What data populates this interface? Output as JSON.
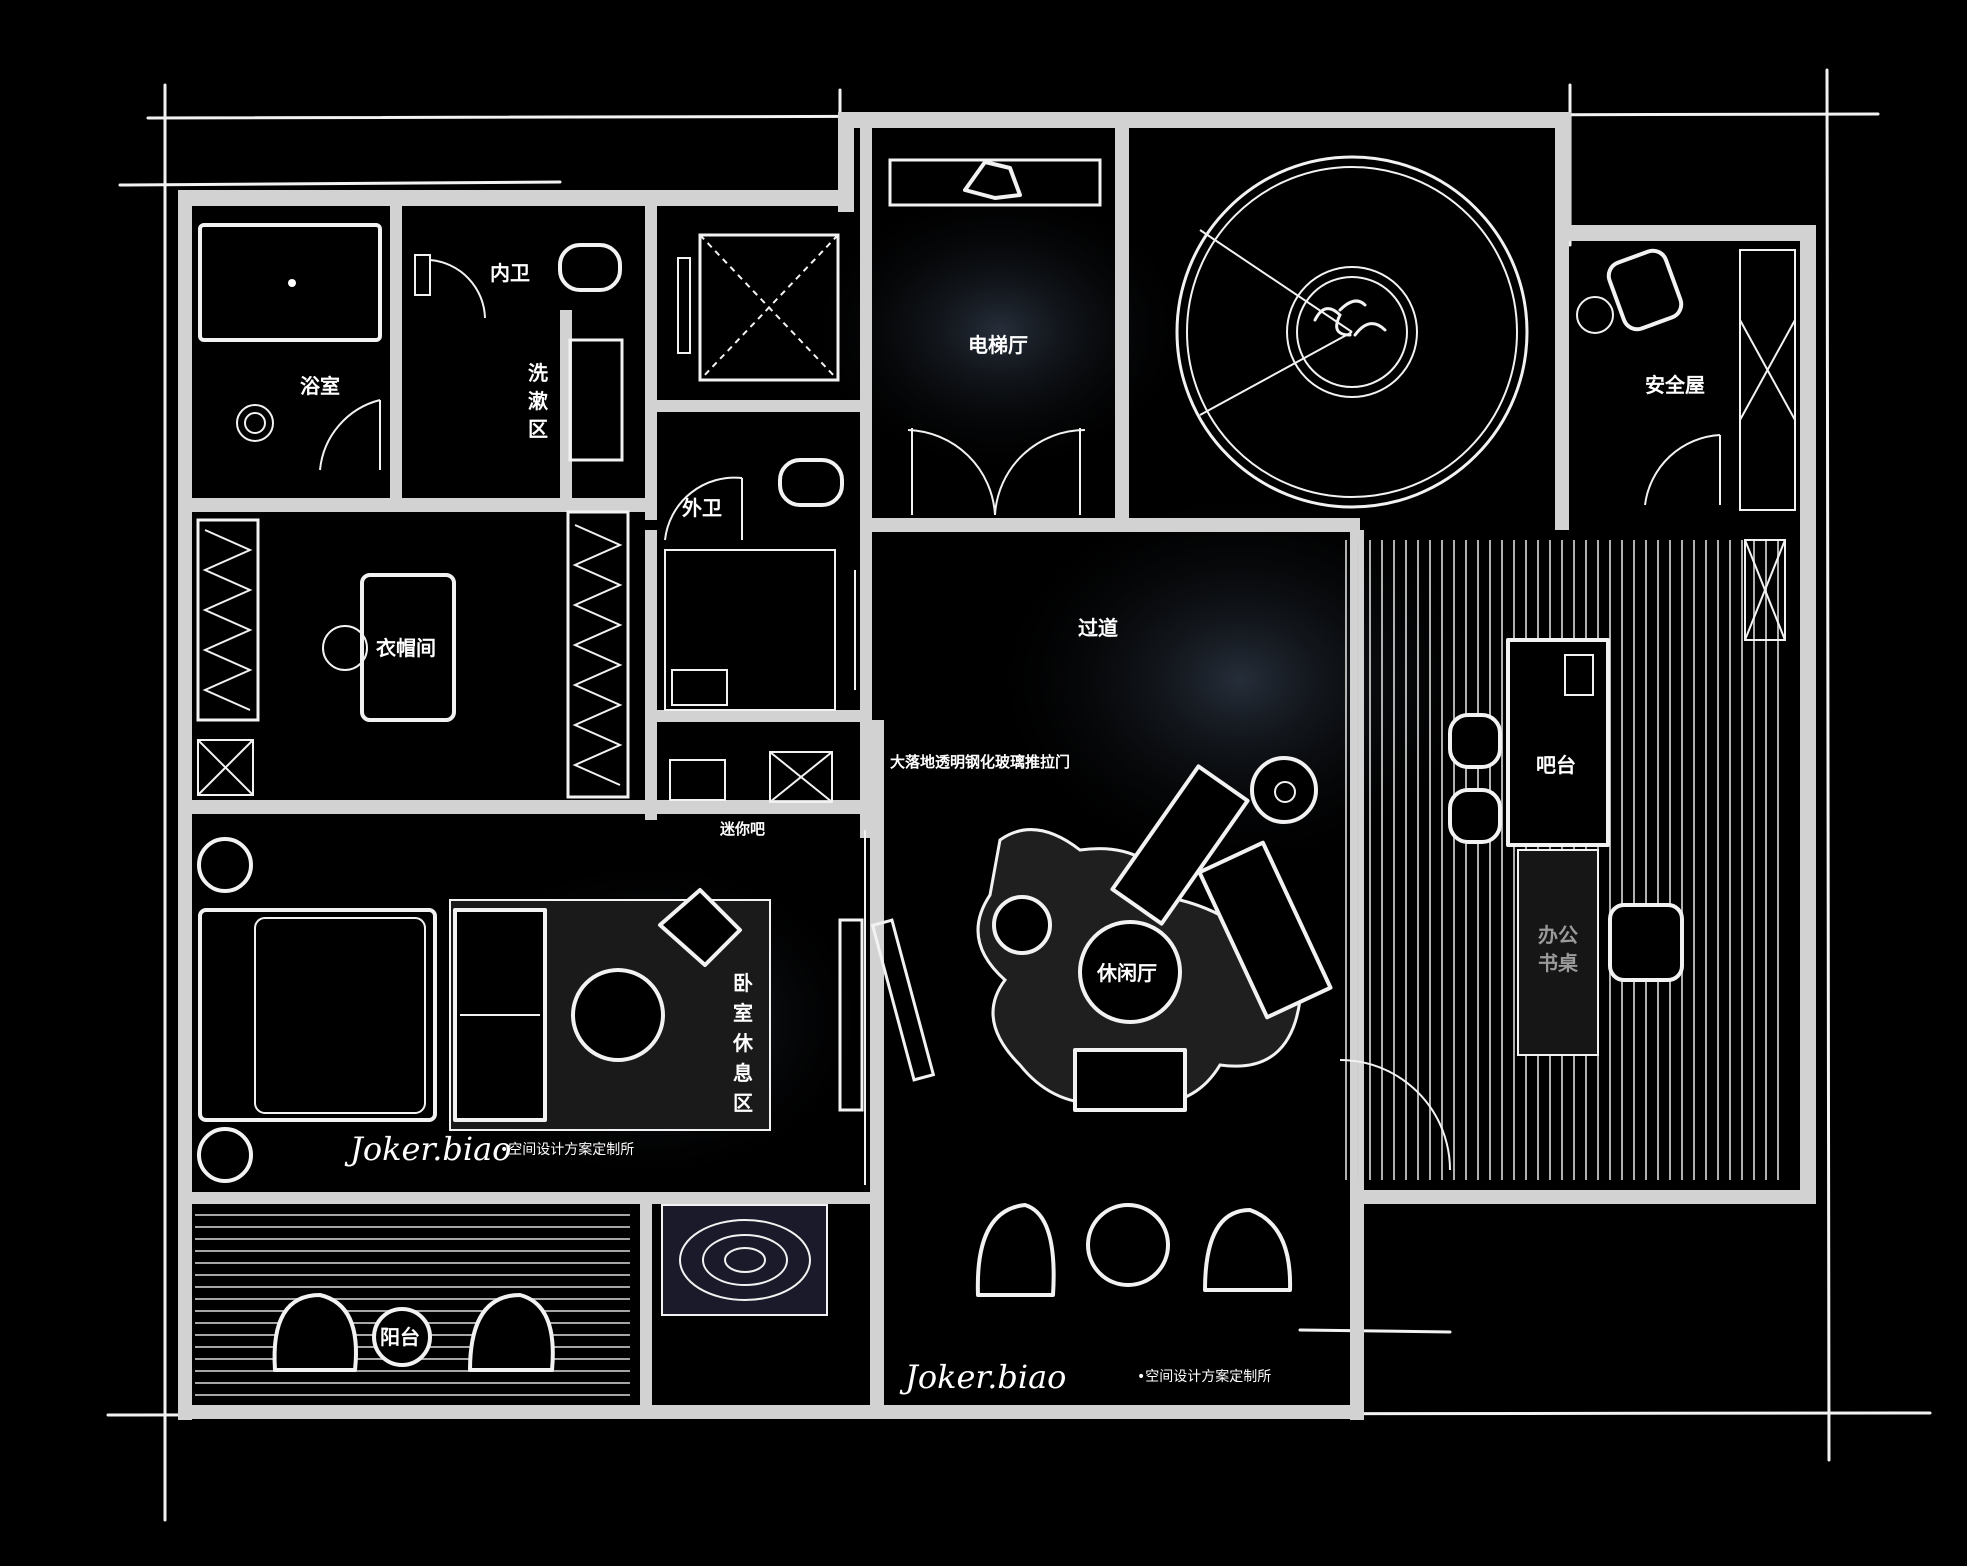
{
  "rooms": {
    "bathroom": "浴室",
    "inner_wc": "内卫",
    "wash_area_1": "洗",
    "wash_area_2": "漱",
    "wash_area_3": "区",
    "elevator_hall": "电梯厅",
    "safe_room": "安全屋",
    "outer_wc": "外卫",
    "corridor": "过道",
    "closet": "衣帽间",
    "mini_bar": "迷你吧",
    "sliding_door_note": "大落地透明钢化玻璃推拉门",
    "bar_counter": "吧台",
    "office_desk_1": "办公",
    "office_desk_2": "书桌",
    "lounge": "休闲厅",
    "bedroom_rest_1": "卧",
    "bedroom_rest_2": "室",
    "bedroom_rest_3": "休",
    "bedroom_rest_4": "息",
    "bedroom_rest_5": "区",
    "balcony": "阳台"
  },
  "signatures": [
    {
      "brand": "Joker.biao",
      "tagline": "•空间设计方案定制所"
    },
    {
      "brand": "Joker.biao",
      "tagline": "•空间设计方案定制所"
    }
  ],
  "colors": {
    "background": "#000000",
    "walls": "#d2d2d2",
    "lines": "#f2f2f2",
    "muted_text": "#9a9a9a"
  }
}
